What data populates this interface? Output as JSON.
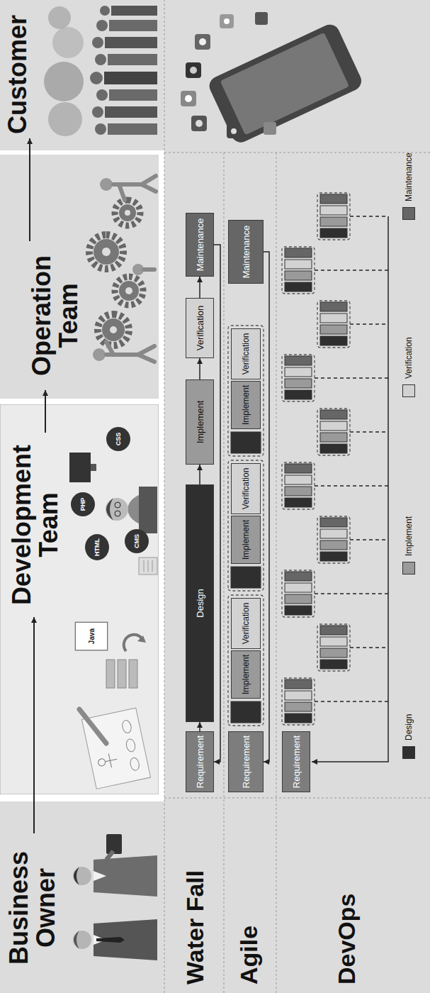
{
  "diagram": {
    "nodes": [
      {
        "text": [
          "Business Owner"
        ]
      },
      {
        "text": [
          "Development Team"
        ]
      },
      {
        "text": [
          "Operation Team"
        ]
      },
      {
        "text": [
          "Customer"
        ]
      },
      {
        "text": [
          "Java"
        ]
      },
      {
        "text": [
          "HTML"
        ]
      },
      {
        "text": [
          "PHP"
        ]
      },
      {
        "text": [
          "CSS"
        ]
      },
      {
        "text": [
          "CMS"
        ]
      },
      {
        "text": [
          "Water Fall"
        ]
      },
      {
        "text": [
          "Agile"
        ]
      },
      {
        "text": [
          "DevOps"
        ]
      },
      {
        "text": [
          "Requirement"
        ]
      },
      {
        "text": [
          "Design"
        ]
      },
      {
        "text": [
          "Implement"
        ]
      },
      {
        "text": [
          "Verification"
        ]
      },
      {
        "text": [
          "Maintenance"
        ]
      },
      {
        "text": [
          "Requirement"
        ]
      },
      {
        "text": [
          "Implement"
        ]
      },
      {
        "text": [
          "Verification"
        ]
      },
      {
        "text": [
          "Implement"
        ]
      },
      {
        "text": [
          "Verification"
        ]
      },
      {
        "text": [
          "Implement"
        ]
      },
      {
        "text": [
          "Verification"
        ]
      },
      {
        "text": [
          "Maintenance"
        ]
      },
      {
        "text": [
          "Requirement"
        ]
      }
    ],
    "edges": [
      {
        "from": 0,
        "to": 1,
        "arrow": "to"
      },
      {
        "from": 1,
        "to": 2,
        "arrow": "to"
      },
      {
        "from": 2,
        "to": 3,
        "arrow": "to"
      },
      {
        "from": 12,
        "to": 13,
        "arrow": "to"
      },
      {
        "from": 13,
        "to": 14,
        "arrow": "to"
      },
      {
        "from": 14,
        "to": 15,
        "arrow": "to"
      },
      {
        "from": 15,
        "to": 16,
        "arrow": "to"
      },
      {
        "from": 16,
        "to": 12,
        "arrow": "to"
      },
      {
        "from": 24,
        "to": 17,
        "arrow": "to"
      }
    ],
    "legend": [
      {
        "text": "Design",
        "color": "#2f2f2f"
      },
      {
        "text": "Implement",
        "color": "#9a9a9a"
      },
      {
        "text": "Verification",
        "color": "#d2d2d2"
      },
      {
        "text": "Maintenance",
        "color": "#666666"
      }
    ]
  }
}
